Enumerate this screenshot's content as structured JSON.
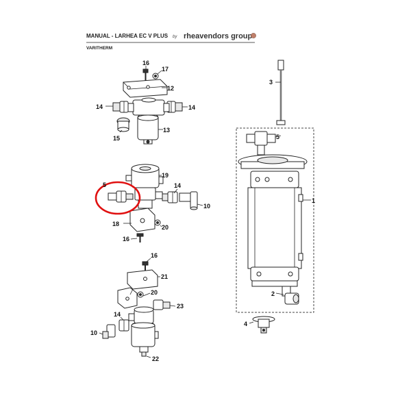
{
  "header": {
    "title": "MANUAL - LARHEA EC V PLUS",
    "by": "by",
    "brand": "rheavendors group",
    "subtitle": "VARITHERM",
    "brand_dot_color": "#c0806a"
  },
  "callouts": {
    "n1": "1",
    "n2": "2",
    "n3": "3",
    "n4": "4",
    "n5a": "5",
    "n5b": "5",
    "n10a": "10",
    "n10b": "10",
    "n12": "12",
    "n13": "13",
    "n14a": "14",
    "n14b": "14",
    "n14c": "14",
    "n14d": "14",
    "n15": "15",
    "n16a": "16",
    "n16b": "16",
    "n16c": "16",
    "n17": "17",
    "n18": "18",
    "n19": "19",
    "n20a": "20",
    "n20b": "20",
    "n21": "21",
    "n22": "22",
    "n23": "23"
  },
  "highlight": {
    "color": "#e01010",
    "target": "5"
  }
}
